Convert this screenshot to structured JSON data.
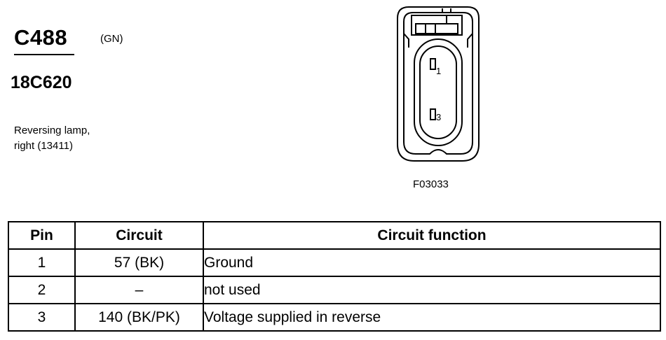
{
  "connector": {
    "code": "C488",
    "color": "(GN)",
    "part_number": "18C620",
    "description_lines": [
      "Reversing lamp,",
      "right (13411)"
    ],
    "figure_code": "F03033",
    "pin_labels": [
      "1",
      "3"
    ]
  },
  "table": {
    "headers": [
      "Pin",
      "Circuit",
      "Circuit function"
    ],
    "rows": [
      {
        "pin": "1",
        "circuit": "57 (BK)",
        "function": "Ground"
      },
      {
        "pin": "2",
        "circuit": "–",
        "function": "not used"
      },
      {
        "pin": "3",
        "circuit": "140 (BK/PK)",
        "function": "Voltage supplied in reverse"
      }
    ]
  }
}
